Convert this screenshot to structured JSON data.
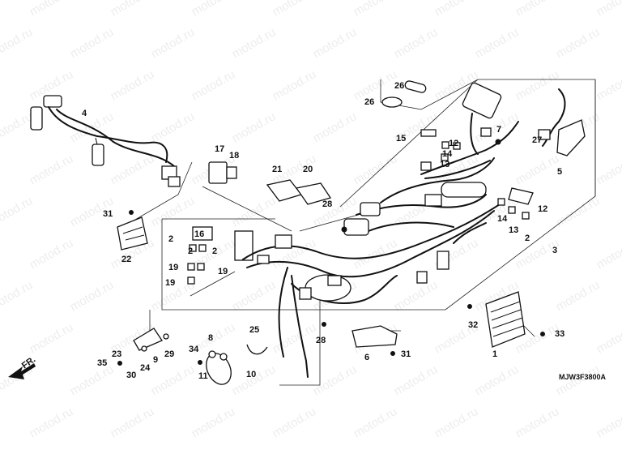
{
  "diagram": {
    "code": "MJW3F3800A",
    "direction_label": "FR.",
    "watermark": "motod.ru",
    "callouts": [
      "1",
      "2",
      "2",
      "2",
      "2",
      "3",
      "4",
      "5",
      "6",
      "7",
      "8",
      "9",
      "10",
      "11",
      "12",
      "12",
      "13",
      "13",
      "14",
      "14",
      "15",
      "16",
      "17",
      "18",
      "19",
      "19",
      "19",
      "20",
      "21",
      "22",
      "23",
      "24",
      "25",
      "26",
      "26",
      "27",
      "28",
      "28",
      "29",
      "30",
      "31",
      "31",
      "32",
      "33",
      "34",
      "35"
    ]
  }
}
